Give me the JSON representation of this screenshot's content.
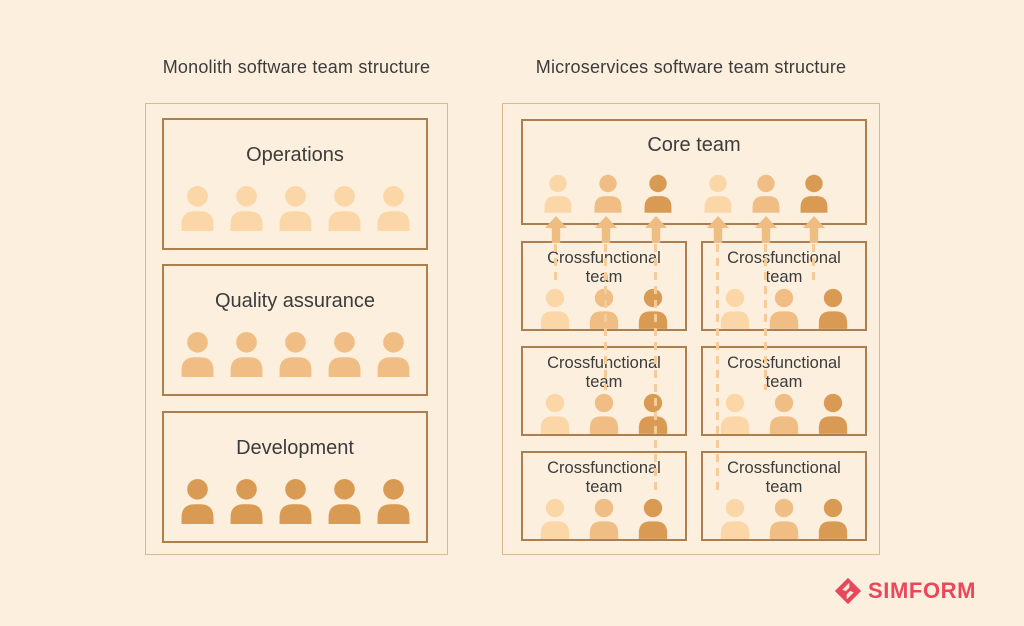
{
  "monolith": {
    "title": "Monolith software team structure",
    "teams": [
      {
        "label": "Operations",
        "member_count": 5,
        "member_shade": "light"
      },
      {
        "label": "Quality assurance",
        "member_count": 5,
        "member_shade": "medium"
      },
      {
        "label": "Development",
        "member_count": 5,
        "member_shade": "dark"
      }
    ]
  },
  "microservices": {
    "title": "Microservices software team structure",
    "core_team": {
      "label": "Core team",
      "member_count": 6,
      "member_shades": [
        "light",
        "medium",
        "dark",
        "light",
        "medium",
        "dark"
      ]
    },
    "crossfunctional_teams": [
      {
        "label": "Crossfunctional team",
        "member_count": 3,
        "member_shades": [
          "light",
          "medium",
          "dark"
        ]
      },
      {
        "label": "Crossfunctional team",
        "member_count": 3,
        "member_shades": [
          "light",
          "medium",
          "dark"
        ]
      },
      {
        "label": "Crossfunctional team",
        "member_count": 3,
        "member_shades": [
          "light",
          "medium",
          "dark"
        ]
      },
      {
        "label": "Crossfunctional team",
        "member_count": 3,
        "member_shades": [
          "light",
          "medium",
          "dark"
        ]
      },
      {
        "label": "Crossfunctional team",
        "member_count": 3,
        "member_shades": [
          "light",
          "medium",
          "dark"
        ]
      },
      {
        "label": "Crossfunctional team",
        "member_count": 3,
        "member_shades": [
          "light",
          "medium",
          "dark"
        ]
      }
    ],
    "connectors": {
      "dashed_line_count": 6,
      "arrow_count": 6,
      "direction": "up-to-core-team"
    }
  },
  "icons": {
    "person": "person-silhouette (circle head + rounded shoulders)",
    "arrow": "solid upward arrow",
    "logo_mark": "diamond with S-shaped cut"
  },
  "colors": {
    "background": "#FCEFDD",
    "outer_border": "#D9B98F",
    "inner_border": "#AD7F4E",
    "icon_light": "#FBD6A6",
    "icon_medium": "#F0BD84",
    "icon_dark": "#D99B53",
    "arrow": "#EFBC81",
    "dashed_line": "#F5CB97",
    "text": "#3C3C3C",
    "brand": "#E9485C"
  },
  "logo": {
    "text": "SIMFORM"
  }
}
